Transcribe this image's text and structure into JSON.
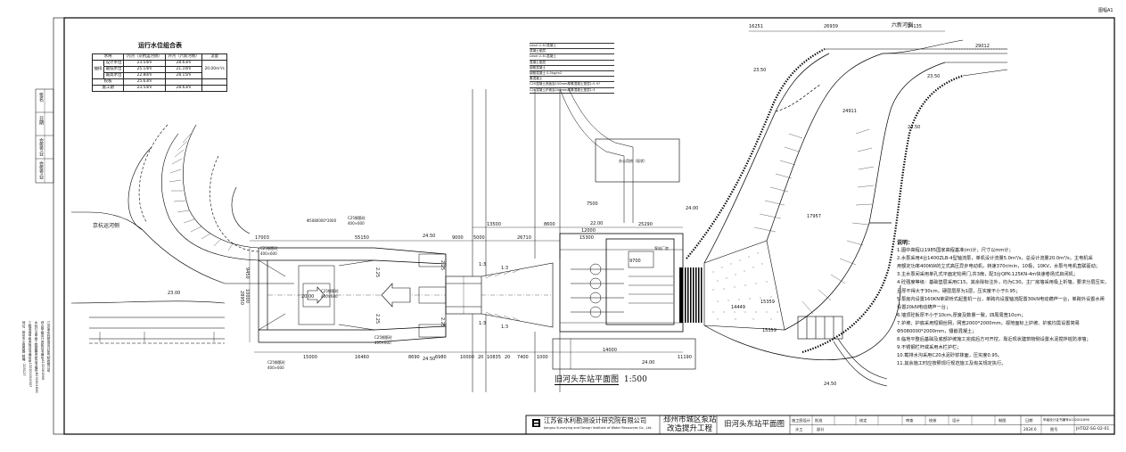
{
  "sheet": {
    "top_right_code": "图幅A1",
    "water_level_table": {
      "title": "运行水位组合表",
      "headers": [
        "水闸",
        "内河（京杭运河侧）",
        "外河（六新河侧）",
        "流量"
      ],
      "group_label": "抽排",
      "rows": [
        {
          "label": "设计水位",
          "inner": "23.54m",
          "outer": "28.63m",
          "flow": "20.00m³/s"
        },
        {
          "label": "最低水位",
          "inner": "25.14m",
          "outer": "21.10m",
          "flow": ""
        },
        {
          "label": "最高水位",
          "inner": "22.80m",
          "outer": "28.15m",
          "flow": ""
        },
        {
          "label": "校核",
          "inner": "25.63m",
          "outer": "",
          "flow": ""
        },
        {
          "label": "施工期",
          "inner": "23.54m",
          "outer": "28.63m",
          "flow": ""
        }
      ]
    },
    "river_labels": {
      "jinghang": "京杭运河侧",
      "liuxin": "六新河侧"
    },
    "dimensions": [
      "16251",
      "26939",
      "24135",
      "29012",
      "17003",
      "55150",
      "9000",
      "5000",
      "13500",
      "26710",
      "8600",
      "15300",
      "7500",
      "25290",
      "9700",
      "12000",
      "15000",
      "16460",
      "8690",
      "6980",
      "10000",
      "20",
      "10835",
      "20",
      "7400",
      "1000",
      "14000",
      "11190",
      "14449",
      "15359",
      "15359",
      "17957",
      "9450",
      "10000",
      "28950",
      "24911"
    ],
    "elevations": [
      "24.50",
      "24.00",
      "22.00",
      "20.00",
      "24.50",
      "24.00",
      "23.50",
      "23.00",
      "24.50",
      "23.50",
      "24.50"
    ],
    "labels": {
      "pipe_1": "C25钢筋砼",
      "pipe_1_size": "400×600",
      "pipe_2": "C25钢筋砼",
      "pipe_2_size": "400×600",
      "pipe_3": "C25钢筋砼",
      "pipe_3_size": "400×600",
      "pipe_4": "C25钢筋砼",
      "pipe_4_size": "400×600",
      "pipe_5": "C25钢筋砼",
      "pipe_5_size": "400×600",
      "culvert": "Φ5080000*2000",
      "station_room": "泵站厂房",
      "aux_room": "办公用房（现状）",
      "slope_1": "1:3",
      "slope_2": "1:3",
      "slope_3": "1:3",
      "slope_4": "1:3",
      "slope_5": "2.25",
      "slope_6": "2.25",
      "slope_7": "2.25",
      "slope_8": "2.25"
    },
    "stack_labels": [
      "Level 2-3C混凝土",
      "混凝土垫层",
      "Level 2-3C混凝土",
      "混凝土垫层",
      "钢筋混凝土",
      "钢筋混凝土 0.5kg/m2",
      "素混凝土",
      "C25混凝土底板及150mm厚素混凝土垫层1:5.97",
      "C25混凝土护坡及200mm厚素混凝土垫层1:3"
    ],
    "notes": {
      "title": "说明：",
      "items": [
        "1.图中高程以1985国家高程基准(m)计，尺寸以mm计；",
        "2.水泵采用4台1400ZLB-4型轴流泵，单机设计流量5.0m³/s，总设计流量20.0m³/s，主电机采",
        "用额定功率400KW的立式高压异步电动机，转速370r/min，10极，10KV，水泵与电机直联驱动；",
        "3.主水泵间采用单孔式平面定轮闸门,共3扇，配3台QPK-125KN-4m快速卷扬式启闭机；",
        "4.砼强度等级：基础垫层采用C15，其余除标注外，均为C30，主厂房墙采用极上折墙，要求分层压实，",
        "且厚不得大于30cm，硬层层厚为1层，压实度不小于0.95；",
        "5.泵房内设置160KN单梁桥式起重机一台，单跨内设置轴流配置30kN电动葫芦一台，单跨外设置水闸",
        "设置20kN电动葫芦一台；",
        "6.墙顶砼板厚不小于10cm,厚度及数量一致，四周周宽10cm；",
        "7.护坡、护底采用短钢丝网，网宽2000*2000mm，视地面标上护坡、护底均需设置简易",
        "Φ5080000*2000mm，镶嵌混凝土；",
        "8.临地平整后基础及底部护坡施工完成后方可开挖，靠近现状建筑物侧设置水泥搅拌桩防渗墙；",
        "9.不锈钢栏杆或采用木栏护栏；",
        "10.截排水沟采用C20水泥砂浆抹面，压实度0.95。",
        "11.其余施工时应按照现行规范施工及有关规定执行。"
      ]
    },
    "plan_title": "旧河头东站平面图",
    "plan_scale": "1:500",
    "title_block": {
      "company_cn": "江苏省水利勘测设计研究院有限公司",
      "company_en": "Jiangsu Surveying and Design Institute of Water Resources Co., Ltd.",
      "project_line1": "邳州市城区泵站",
      "project_line2": "改造提升工程",
      "drawing_title": "旧河头东站平面图",
      "cols_top": [
        "施工图设计",
        "批准",
        "",
        "核定",
        "审查",
        "校核",
        "设计",
        "制图"
      ],
      "cols_bottom": [
        "水工",
        "部分"
      ],
      "date_label": "日期",
      "date_value": "2024.6",
      "cert_label": "甲级设计证书编号A132001896",
      "drawing_no_label": "图号",
      "drawing_no": "JHTDZ-SG-02-01"
    },
    "left_strip": [
      "签名",
      "日期",
      "会签专业",
      "会签专业"
    ],
    "left_stamp_text": [
      "江苏省水利勘测设计研究院有限公司",
      "综合甲级设计资质证书编号A132001896",
      "水利行业甲级工程勘察资质证书编号B232001896",
      "工程咨询甲级资信证书编号甲132021010307",
      "地址：扬州市文昌西路 邮编：225127"
    ]
  }
}
